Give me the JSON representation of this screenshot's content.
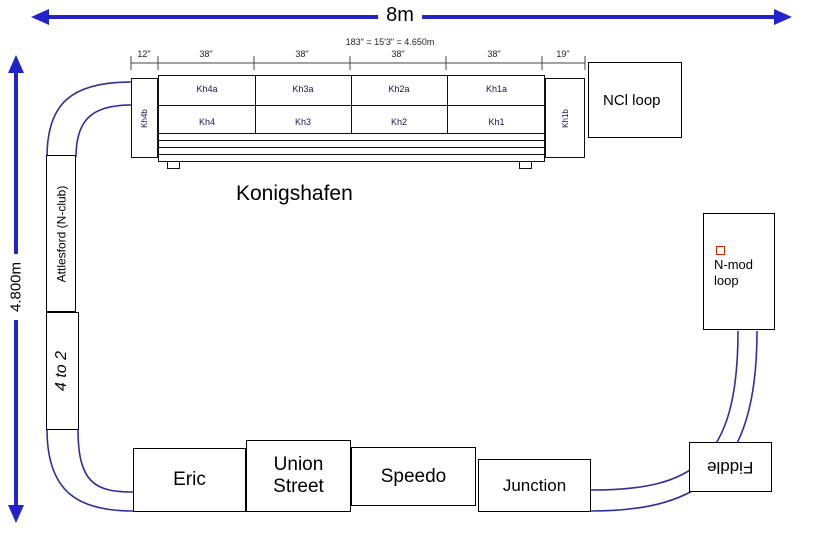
{
  "scale_arrows": {
    "width_label": "8m",
    "height_label": "4.800m"
  },
  "dimensions": {
    "total_label": "183\" = 15'3\" = 4.650m",
    "segments": [
      "12\"",
      "38\"",
      "38\"",
      "38\"",
      "38\"",
      "19\""
    ]
  },
  "konigshafen": {
    "title": "Konigshafen",
    "left_cap_label": "Kh4b",
    "right_cap_label": "Kh1b",
    "top_row_tracks": [
      "Kh4a",
      "Kh3a",
      "Kh2a",
      "Kh1a"
    ],
    "bottom_row_tracks": [
      "Kh4",
      "Kh3",
      "Kh2",
      "Kh1"
    ]
  },
  "modules": {
    "ncl_loop": "NCl loop",
    "nmod_loop_line1": "N-mod",
    "nmod_loop_line2": "loop",
    "attlesford": "Attlesford (N-club)",
    "four_to_two": "4 to 2",
    "eric": "Eric",
    "union_street_line1": "Union",
    "union_street_line2": "Street",
    "speedo": "Speedo",
    "junction": "Junction",
    "fiddle": "Fiddle"
  },
  "colors": {
    "dimension_arrow_blue": "#2323cc",
    "track_line_blue": "#30309c",
    "nmod_marker_red": "#cc2200"
  }
}
